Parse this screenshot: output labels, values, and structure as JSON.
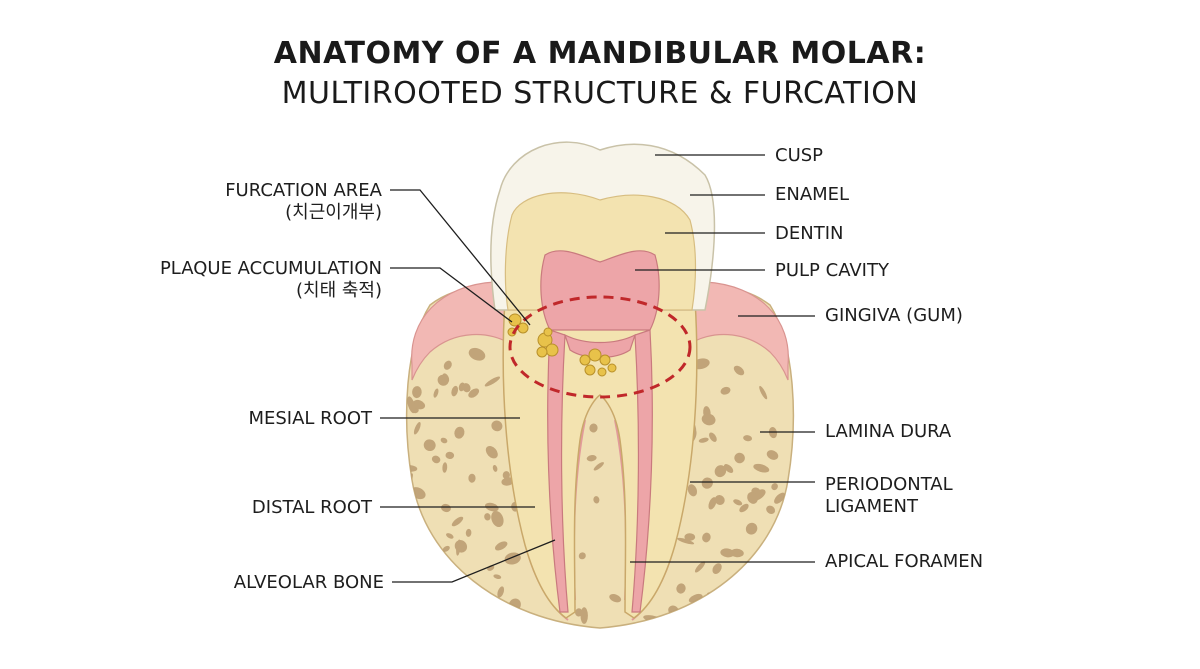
{
  "title": {
    "line1": "ANATOMY OF A MANDIBULAR MOLAR:",
    "line2": "MULTIROOTED STRUCTURE & FURCATION"
  },
  "labels_right": {
    "cusp": "CUSP",
    "enamel": "ENAMEL",
    "dentin": "DENTIN",
    "pulp_cavity": "PULP CAVITY",
    "gingiva": "GINGIVA (GUM)",
    "lamina_dura": "LAMINA DURA",
    "periodontal_1": "PERIODONTAL",
    "periodontal_2": "LIGAMENT",
    "apical_foramen": "APICAL FORAMEN"
  },
  "labels_left": {
    "furcation_en": "FURCATION AREA",
    "furcation_ko": "(치근이개부)",
    "plaque_en": "PLAQUE ACCUMULATION",
    "plaque_ko": "(치태 축적)",
    "mesial_root": "MESIAL ROOT",
    "distal_root": "DISTAL ROOT",
    "alveolar_bone": "ALVEOLAR BONE"
  },
  "colors": {
    "enamel": "#f7f4ea",
    "dentin": "#f3e3b0",
    "pulp": "#eda5a8",
    "gingiva": "#f2b8b4",
    "bone": "#efdfb4",
    "bone_pore": "#b99a6e",
    "plaque": "#e8c24a",
    "furcation_ring": "#c0282a"
  }
}
